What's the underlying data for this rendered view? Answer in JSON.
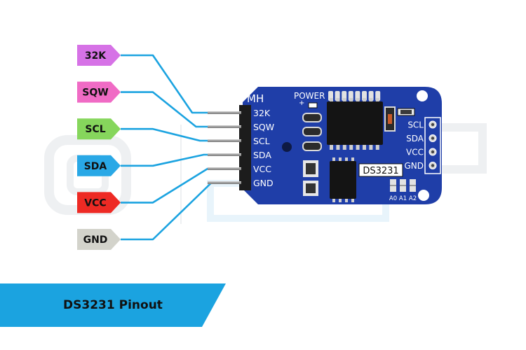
{
  "diagram": {
    "pin_tags": [
      {
        "label": "32K",
        "color": "#d672e6",
        "text_color": "#111111"
      },
      {
        "label": "SQW",
        "color": "#f06bc5",
        "text_color": "#111111"
      },
      {
        "label": "SCL",
        "color": "#86d65c",
        "text_color": "#111111"
      },
      {
        "label": "SDA",
        "color": "#29a8e6",
        "text_color": "#111111"
      },
      {
        "label": "VCC",
        "color": "#ee2a24",
        "text_color": "#111111"
      },
      {
        "label": "GND",
        "color": "#d3d3cb",
        "text_color": "#111111"
      }
    ],
    "wire_color": "#1ba3e0",
    "board": {
      "color": "#1f3ea8",
      "brand": "MH",
      "power_label": "POWER",
      "left_pins": [
        "32K",
        "SQW",
        "SCL",
        "SDA",
        "VCC",
        "GND"
      ],
      "right_pins": [
        "SCL",
        "SDA",
        "VCC",
        "GND"
      ],
      "chip_label": "DS3231",
      "address_labels": [
        "A0",
        "A1",
        "A2"
      ]
    },
    "watermark_color": "#eef0f2",
    "banner": {
      "title": "DS3231 Pinout",
      "color": "#1ba3e0"
    }
  }
}
